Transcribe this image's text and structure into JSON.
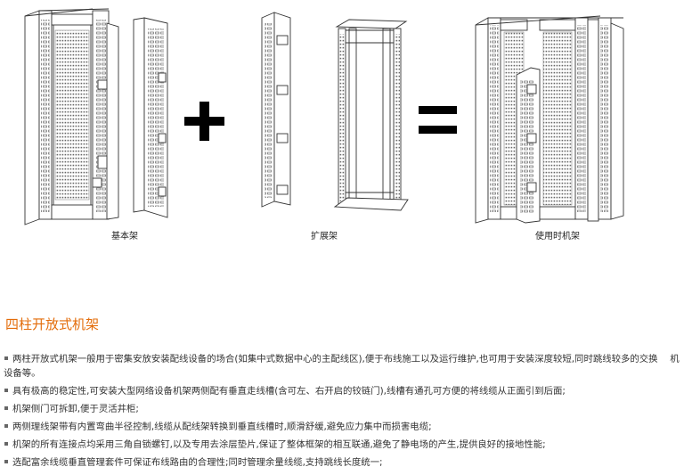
{
  "diagram": {
    "captions": {
      "basic": "基本架",
      "extension": "扩展架",
      "in_use": "使用时机架"
    },
    "operators": {
      "plus": "+",
      "equals": "="
    }
  },
  "section": {
    "title": "四柱开放式机架",
    "features": [
      "两柱开放式机架一般用于密集安放安装配线设备的场合(如集中式数据中心的主配线区),便于布线施工以及运行维护,也可用于安装深度较短,同时跳线较多的交换　 机设备等。",
      "具有极高的稳定性,可安装大型网络设备机架两侧配有垂直走线槽(含可左、右开启的铰链门),线槽有通孔可方便的将线缆从正面引到后面;",
      "机架侧门可拆卸,便于灵活井柜;",
      "两侧理线架带有内置弯曲半径控制,线缆从配线架转换到垂直线槽时,顺滑舒缓,避免应力集中而损害电缆;",
      "机架的所有连接点均采用三角自锁螺钉,以及专用去涂层垫片,保证了整体框架的相互联通,避免了静电场的产生,提供良好的接地性能;",
      "选配富余线缆垂直管理套件可保证布线路由的合理性;同时管理余量线缆,支持跳线长度统一;"
    ]
  }
}
